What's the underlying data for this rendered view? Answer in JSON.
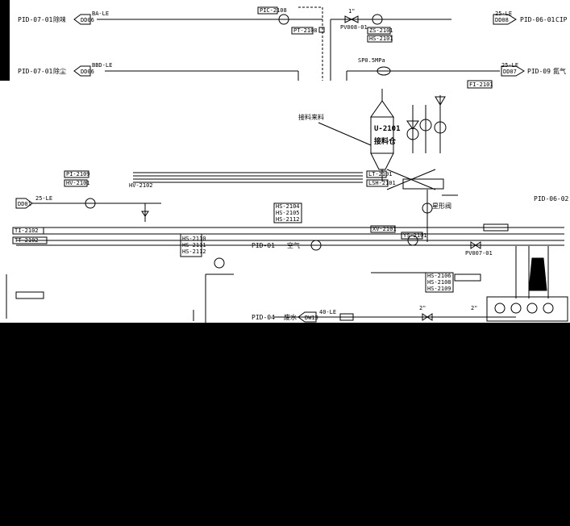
{
  "offsheet": {
    "t1": {
      "ref": "PID-07-01",
      "medium": "除味",
      "tag": "DD06",
      "line": "BA-LE"
    },
    "t2": {
      "ref": "PID-07-01",
      "medium": "除尘",
      "tag": "DD06",
      "line": "BBD-LE"
    },
    "t3": {
      "ref": "PID-06-01",
      "medium": "CIP",
      "tag": "DD08",
      "line": "25-LE"
    },
    "t4": {
      "ref": "PID-09",
      "medium": "氮气",
      "tag": "DD07",
      "line": "25-LE"
    },
    "t5": {
      "ref": "PID-06-02"
    },
    "t6": {
      "tag": "DD01",
      "line": "25-LE"
    },
    "t7": {
      "ref": "PID-04",
      "medium": "废水",
      "tag": "DW13",
      "line": "40-LE"
    },
    "t8": {
      "ref": "PID-01",
      "medium": "空气"
    }
  },
  "vessel": {
    "tag": "U-2101",
    "name": "接料仓"
  },
  "annotations": {
    "feed": "接料来料",
    "sp": "SP0.5MPa",
    "hopper": "星形阀",
    "v_id_a": "PV008-01",
    "v_id_b": "PV007-01",
    "size_a": "1\"",
    "size_b": "2\"",
    "size_c": "2\""
  },
  "instruments": {
    "pic": "PIC-2108",
    "pt": "PT-2108",
    "zs": "ZS-2101",
    "hs": "HS-2101",
    "fi": "FI-2101",
    "pi": "PI-2109",
    "hv": "HV-2101",
    "hv2": "HV-2102",
    "lt": "LT-2101",
    "lsh": "LSH-2101",
    "ta": "TI-2102",
    "tb": "TT-2102",
    "aa": "HS-2104",
    "ab": "HS-2105",
    "ac": "HS-2112",
    "ba": "HS-2110",
    "bb": "HS-2111",
    "bc": "HS-2112",
    "ca": "HS-2106",
    "cb": "HS-2108",
    "cc": "HS-2109",
    "xv": "XV-2101",
    "ys": "YS-2101"
  }
}
